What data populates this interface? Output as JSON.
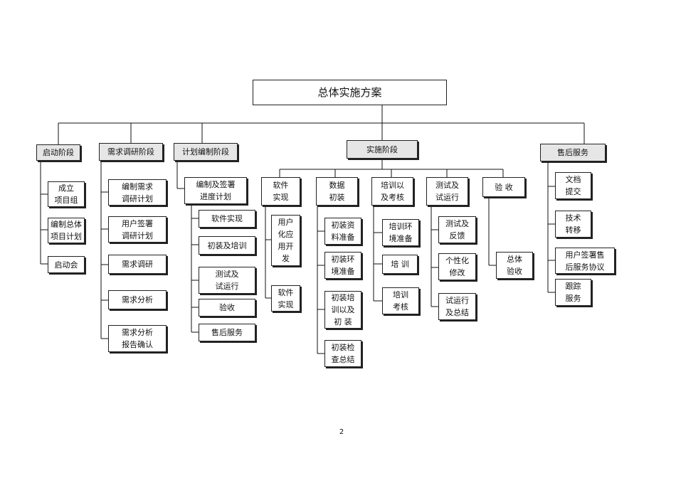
{
  "title": "总体实施方案",
  "phases": {
    "startup": {
      "label": "启动阶段",
      "items": [
        "成立\n项目组",
        "编制总体\n项目计划",
        "启动会"
      ]
    },
    "requirements": {
      "label": "需求调研阶段",
      "items": [
        "编制需求\n调研计划",
        "用户签署\n调研计划",
        "需求调研",
        "需求分析",
        "需求分析\n报告确认"
      ]
    },
    "planning": {
      "label": "计划编制阶段",
      "sub": "编制及签署\n进度计划",
      "items": [
        "软件实现",
        "初装及培训",
        "测试及\n试运行",
        "验收",
        "售后服务"
      ]
    },
    "implementation": {
      "label": "实施阶段",
      "groups": [
        {
          "label": "软件\n实现",
          "items": [
            "用户\n化应\n用开\n发",
            "软件\n实现"
          ]
        },
        {
          "label": "数据\n初装",
          "items": [
            "初装资\n料准备",
            "初装环\n境准备",
            "初装培\n训以及\n初  装",
            "初装检\n查总结"
          ]
        },
        {
          "label": "培训以\n及考核",
          "items": [
            "培训环\n境准备",
            "培  训",
            "培训\n考核"
          ]
        },
        {
          "label": "测试及\n试运行",
          "items": [
            "测试及\n反馈",
            "个性化\n修改",
            "试运行\n及总结"
          ]
        },
        {
          "label": "验  收",
          "items": [
            "总体\n验收"
          ]
        }
      ]
    },
    "after_sales": {
      "label": "售后服务",
      "items": [
        "文档\n提交",
        "技术\n转移",
        "用户签署售\n后服务协议",
        "跟踪\n服务"
      ]
    }
  },
  "page_number": "2"
}
